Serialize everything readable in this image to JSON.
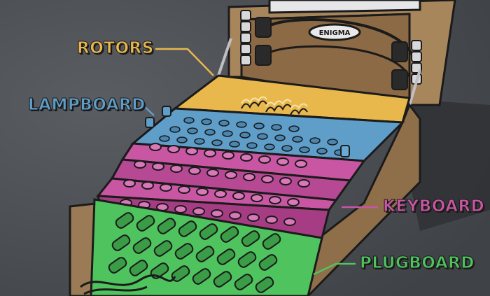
{
  "plate": {
    "text": "ENIGMA"
  },
  "labels": {
    "rotors": "ROTORS",
    "lampboard": "LAMPBOARD",
    "keyboard": "KEYBOARD",
    "plugboard": "PLUGBOARD"
  },
  "colors": {
    "background": "#4a4d52",
    "case_wood": "#a8865c",
    "rotors": "#e8b84d",
    "lampboard": "#5f9ec9",
    "keyboard": "#c956a3",
    "plugboard": "#4fc45e",
    "outline": "#1b1b1b"
  }
}
